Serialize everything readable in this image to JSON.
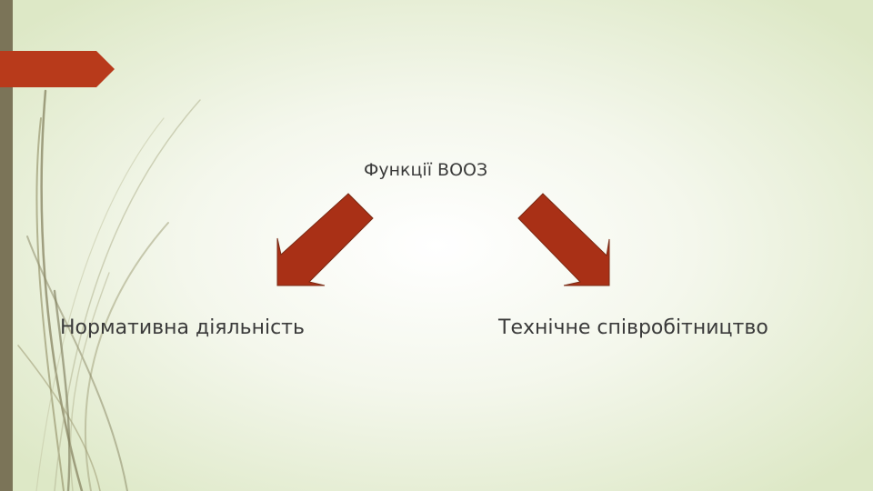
{
  "slide": {
    "title": "Функції ВООЗ",
    "left_item": "Нормативна діяльність",
    "right_item": "Технічне співробітництво"
  },
  "colors": {
    "background_center": "#ffffff",
    "background_edge": "#dde8c6",
    "left_bar": "#7b7458",
    "accent_tab": "#b83a1b",
    "arrow_fill": "#a93016",
    "text": "#3a3a3a",
    "decor_lines": "#8c8a68"
  }
}
